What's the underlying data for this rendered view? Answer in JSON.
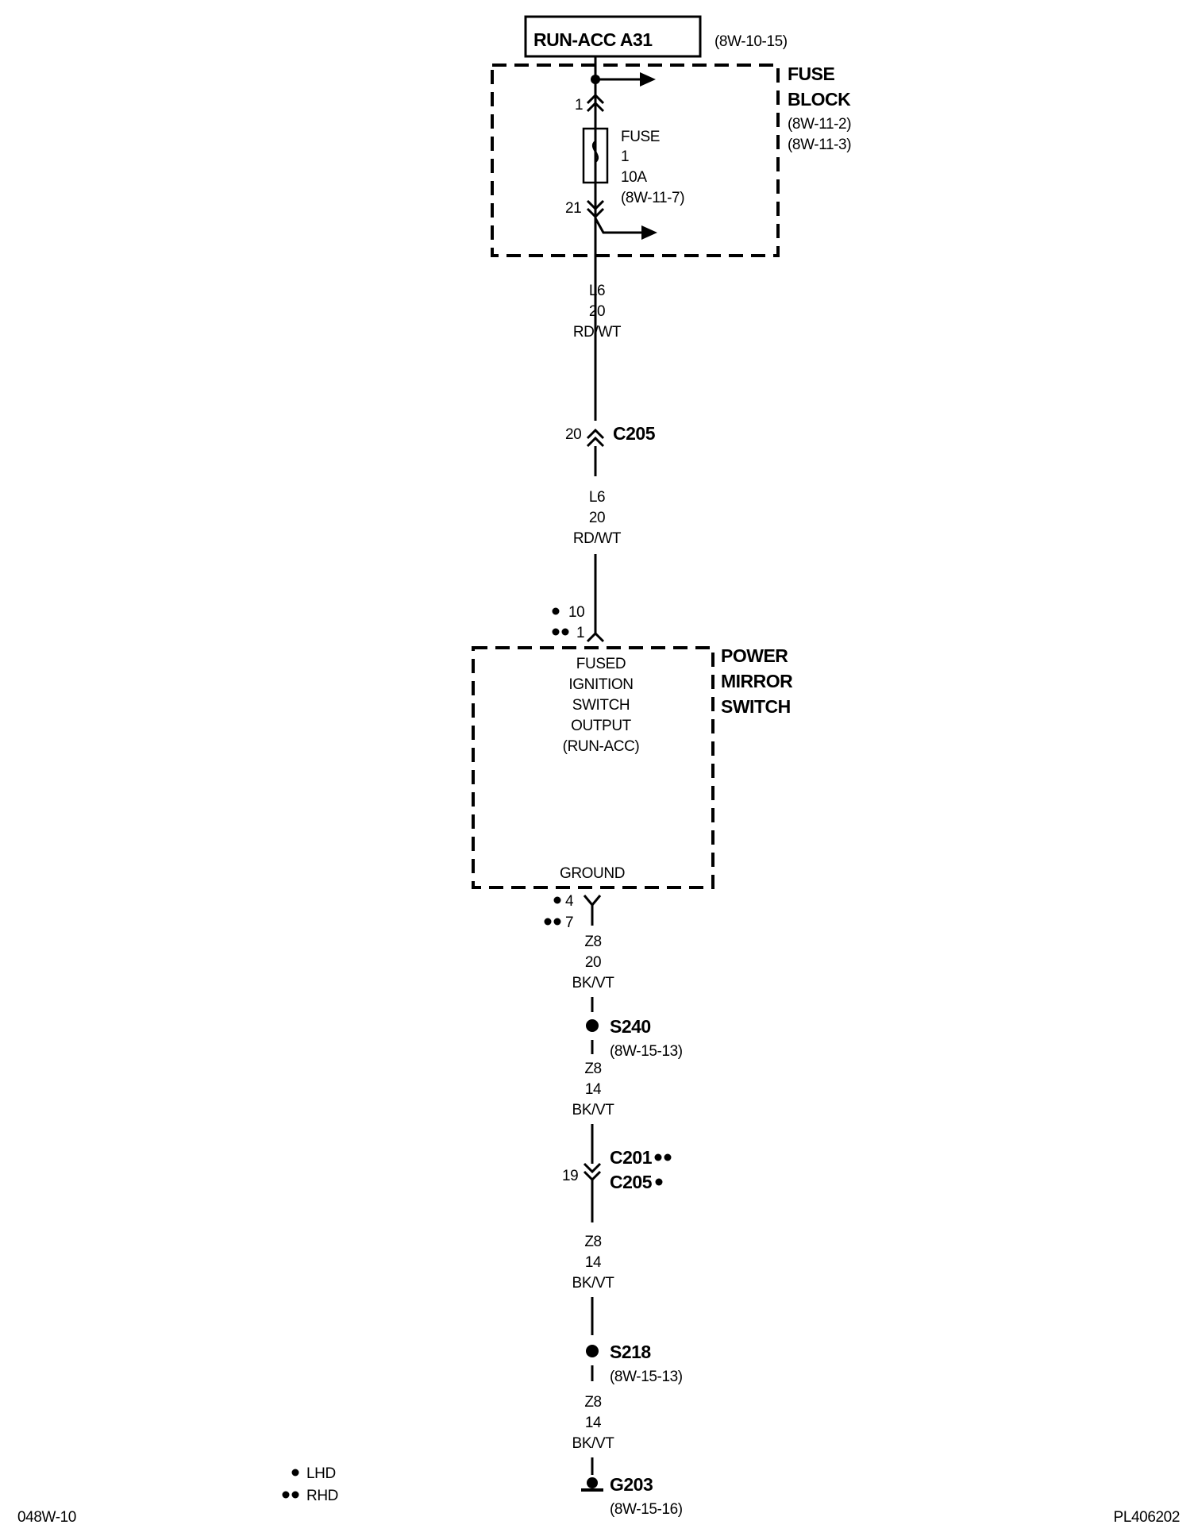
{
  "header": {
    "source_label": "RUN-ACC A31",
    "source_ref": "(8W-10-15)"
  },
  "fuse_block": {
    "title_line1": "FUSE",
    "title_line2": "BLOCK",
    "ref1": "(8W-11-2)",
    "ref2": "(8W-11-3)",
    "pin_top": "1",
    "pin_bottom": "21",
    "fuse_label": "FUSE",
    "fuse_number": "1",
    "fuse_rating": "10A",
    "fuse_ref": "(8W-11-7)"
  },
  "wire1": {
    "circuit": "L6",
    "gauge": "20",
    "color": "RD/WT"
  },
  "c205_top": {
    "pin": "20",
    "name": "C205"
  },
  "wire2": {
    "circuit": "L6",
    "gauge": "20",
    "color": "RD/WT"
  },
  "mirror_switch": {
    "pin_lhd": "10",
    "pin_rhd": "1",
    "title_line1": "POWER",
    "title_line2": "MIRROR",
    "title_line3": "SWITCH",
    "func_line1": "FUSED",
    "func_line2": "IGNITION",
    "func_line3": "SWITCH",
    "func_line4": "OUTPUT",
    "func_line5": "(RUN-ACC)",
    "ground_label": "GROUND",
    "gnd_pin_lhd": "4",
    "gnd_pin_rhd": "7"
  },
  "wire3": {
    "circuit": "Z8",
    "gauge": "20",
    "color": "BK/VT"
  },
  "s240": {
    "name": "S240",
    "ref": "(8W-15-13)"
  },
  "wire4": {
    "circuit": "Z8",
    "gauge": "14",
    "color": "BK/VT"
  },
  "c201_c205": {
    "pin": "19",
    "name1": "C201",
    "name2": "C205"
  },
  "wire5": {
    "circuit": "Z8",
    "gauge": "14",
    "color": "BK/VT"
  },
  "s218": {
    "name": "S218",
    "ref": "(8W-15-13)"
  },
  "wire6": {
    "circuit": "Z8",
    "gauge": "14",
    "color": "BK/VT"
  },
  "g203": {
    "name": "G203",
    "ref": "(8W-15-16)"
  },
  "legend": {
    "lhd": "LHD",
    "rhd": "RHD"
  },
  "footer": {
    "page_id": "048W-10",
    "figure_id": "PL406202"
  }
}
